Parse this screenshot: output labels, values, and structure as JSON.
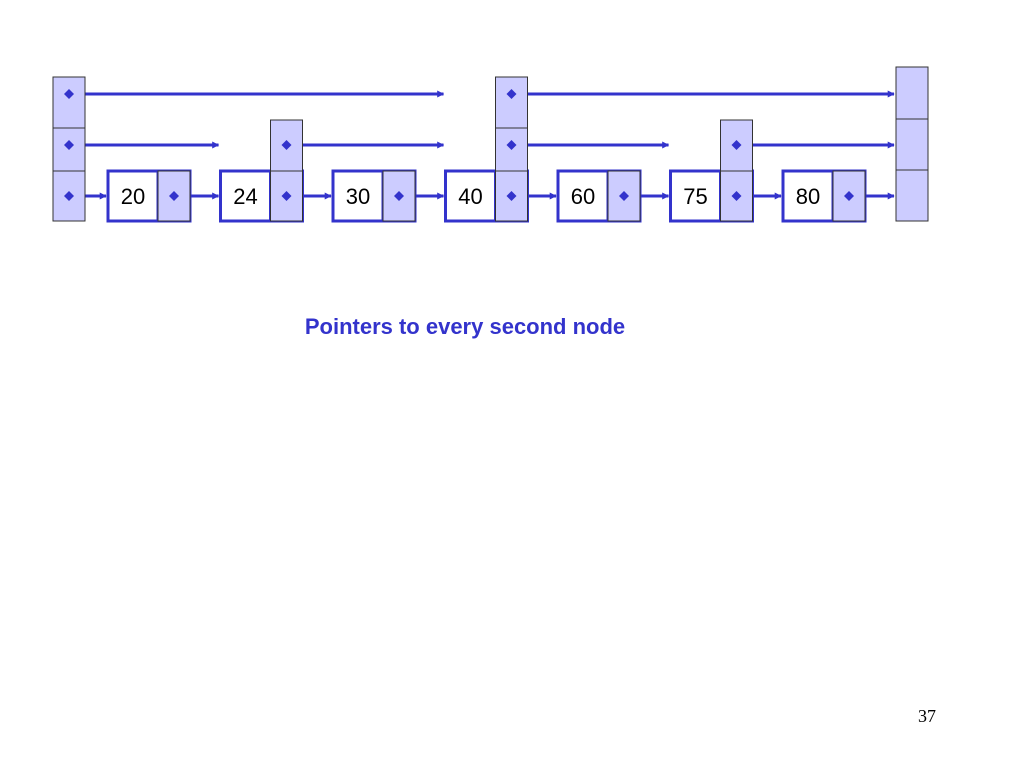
{
  "colors": {
    "accent": "#3333cc",
    "pointer_fill": "#ccccff",
    "node_fill": "#ffffff",
    "frame": "#333333"
  },
  "skip_list": {
    "header_levels": 3,
    "tail_levels": 3,
    "nodes": [
      {
        "value": "20",
        "levels": 1
      },
      {
        "value": "24",
        "levels": 2
      },
      {
        "value": "30",
        "levels": 1
      },
      {
        "value": "40",
        "levels": 3
      },
      {
        "value": "60",
        "levels": 1
      },
      {
        "value": "75",
        "levels": 2
      },
      {
        "value": "80",
        "levels": 1
      }
    ]
  },
  "caption": "Pointers to every second node",
  "page_number": "37"
}
